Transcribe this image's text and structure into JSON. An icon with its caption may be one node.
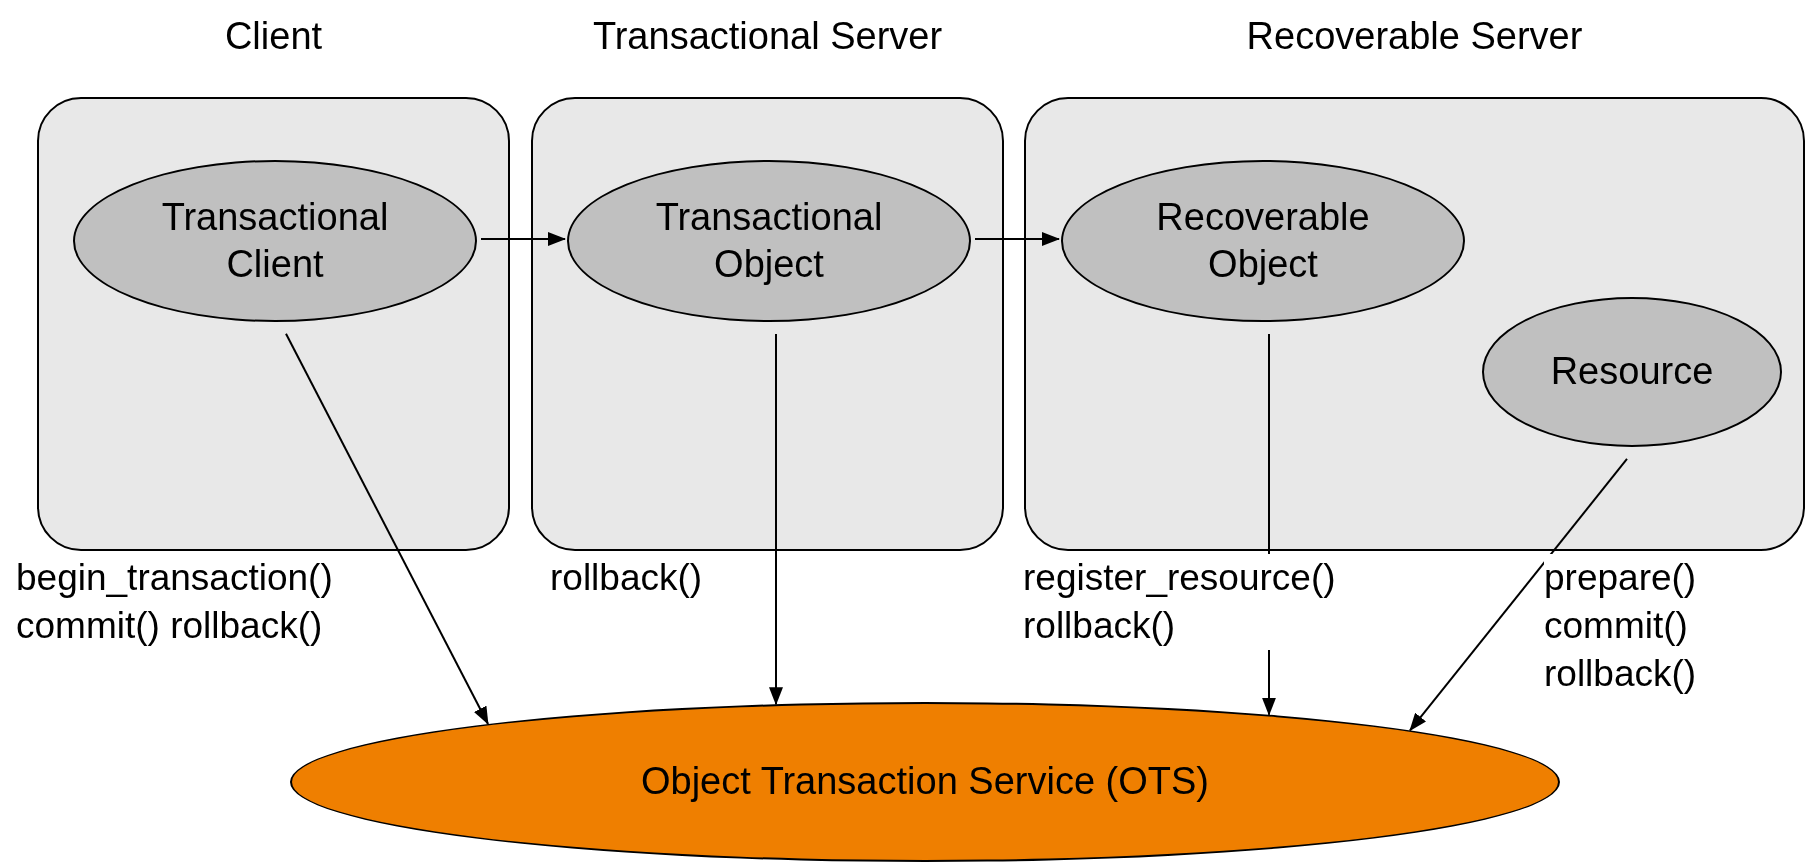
{
  "diagram": {
    "nodes": [
      {
        "text": [
          "Client"
        ]
      },
      {
        "text": [
          "Transactional Server"
        ]
      },
      {
        "text": [
          "Recoverable Server"
        ]
      },
      {
        "text": [
          "Transactional Client"
        ],
        "in": 0
      },
      {
        "text": [
          "Transactional Object"
        ],
        "in": 1
      },
      {
        "text": [
          "Recoverable Object"
        ],
        "in": 2
      },
      {
        "text": [
          "Resource"
        ],
        "in": 2
      },
      {
        "text": [
          "Object Transaction Service (OTS)"
        ]
      }
    ],
    "edges": [
      {
        "from": 3,
        "to": 4,
        "arrow": "to"
      },
      {
        "from": 4,
        "to": 5,
        "arrow": "to"
      },
      {
        "from": 3,
        "to": 7,
        "arrow": "to",
        "label": "begin_transaction() commit() rollback()"
      },
      {
        "from": 4,
        "to": 7,
        "arrow": "to",
        "label": "rollback()"
      },
      {
        "from": 5,
        "to": 7,
        "arrow": "to",
        "label": "register_resource() rollback()"
      },
      {
        "from": 6,
        "to": 7,
        "arrow": "to",
        "label": "prepare() commit() rollback()"
      }
    ]
  }
}
